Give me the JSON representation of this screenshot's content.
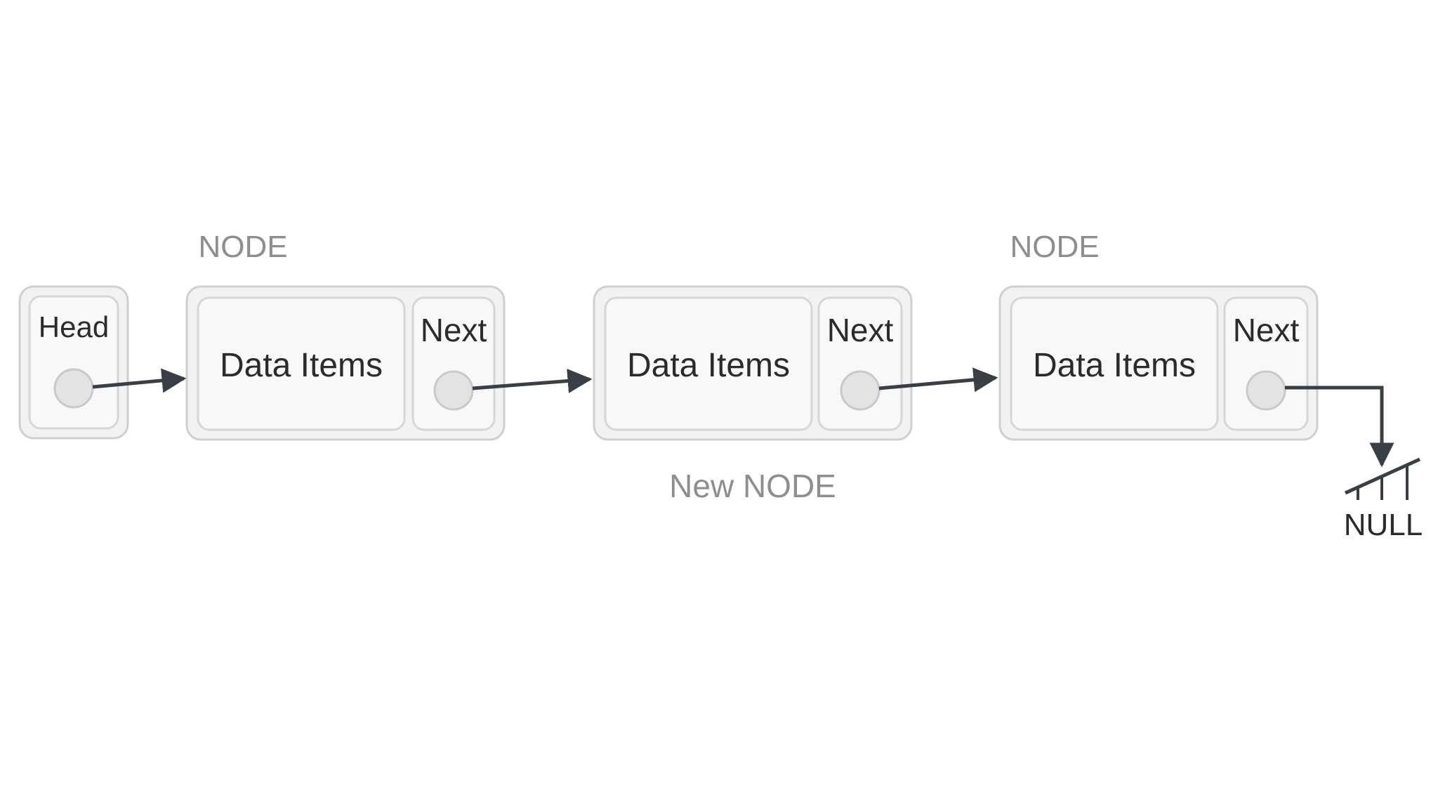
{
  "diagram": {
    "head_label": "Head",
    "nodes": [
      {
        "caption": "NODE",
        "data_label": "Data Items",
        "next_label": "Next"
      },
      {
        "caption": "New NODE",
        "data_label": "Data Items",
        "next_label": "Next"
      },
      {
        "caption": "NODE",
        "data_label": "Data Items",
        "next_label": "Next"
      }
    ],
    "null_label": "NULL"
  },
  "colors": {
    "box_fill": "#f2f2f2",
    "box_stroke": "#cfcfcf",
    "inner_fill": "#f8f8f8",
    "pointer_fill": "#e3e3e3",
    "caption_text": "#8e8e8e",
    "text": "#2b2b2b",
    "arrow": "#3a3f45"
  }
}
